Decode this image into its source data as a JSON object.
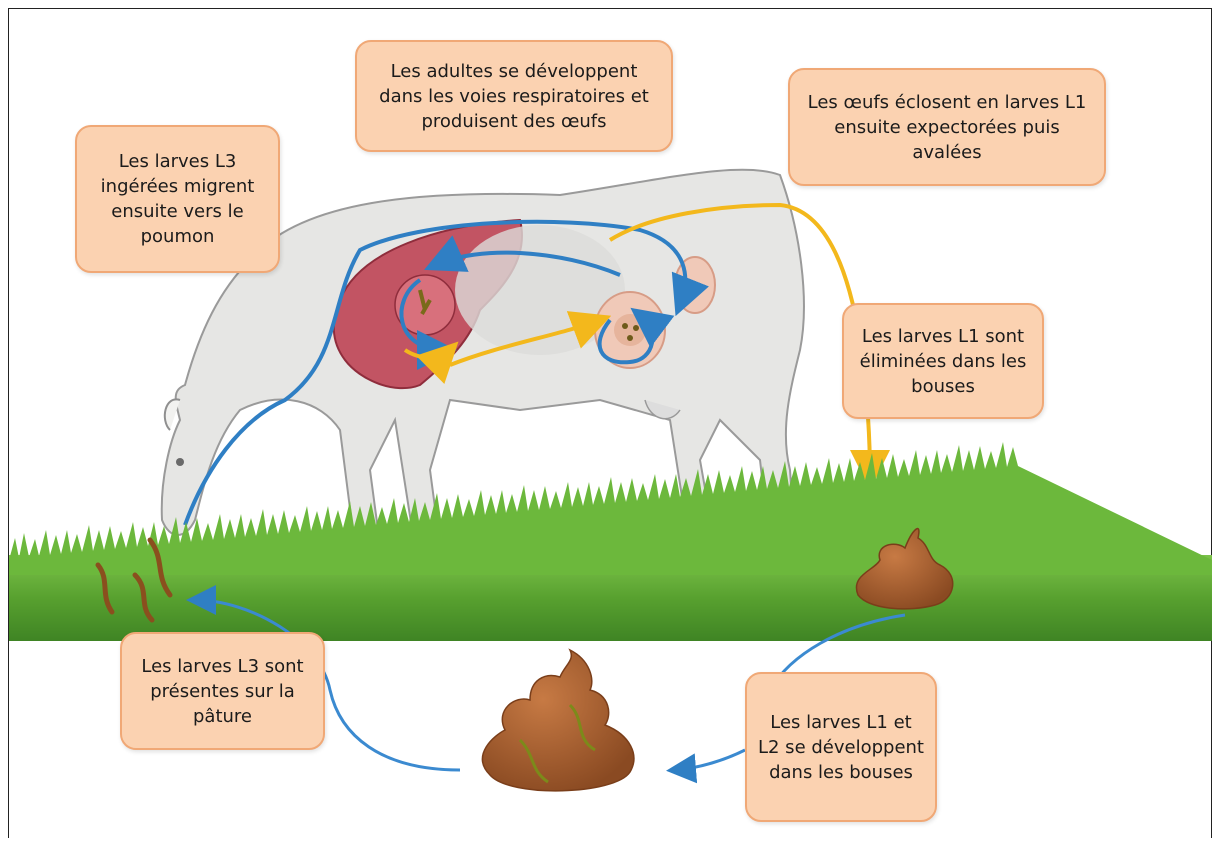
{
  "diagram": {
    "steps": {
      "l3_ingested": "Les larves L3 ingérées migrent ensuite vers le poumon",
      "adults_develop": "Les adultes se développent dans les voies respiratoires et produisent des œufs",
      "eggs_hatch": "Les œufs éclosent en larves L1 ensuite expectorées puis avalées",
      "l1_eliminated": "Les larves L1 sont éliminées dans les bouses",
      "l1_l2_develop": "Les larves L1 et L2 se développent dans les bouses",
      "l3_pasture": "Les larves L3 sont présentes sur la pâture"
    },
    "colors": {
      "box_fill": "#fbd2b1",
      "box_border": "#f0a876",
      "blue_arrow": "#2f7fc4",
      "yellow_arrow": "#f3b81c",
      "grass": "#5aa332",
      "cow": "#e6e6e4",
      "lung": "#c25463",
      "dung": "#a0582a"
    }
  }
}
